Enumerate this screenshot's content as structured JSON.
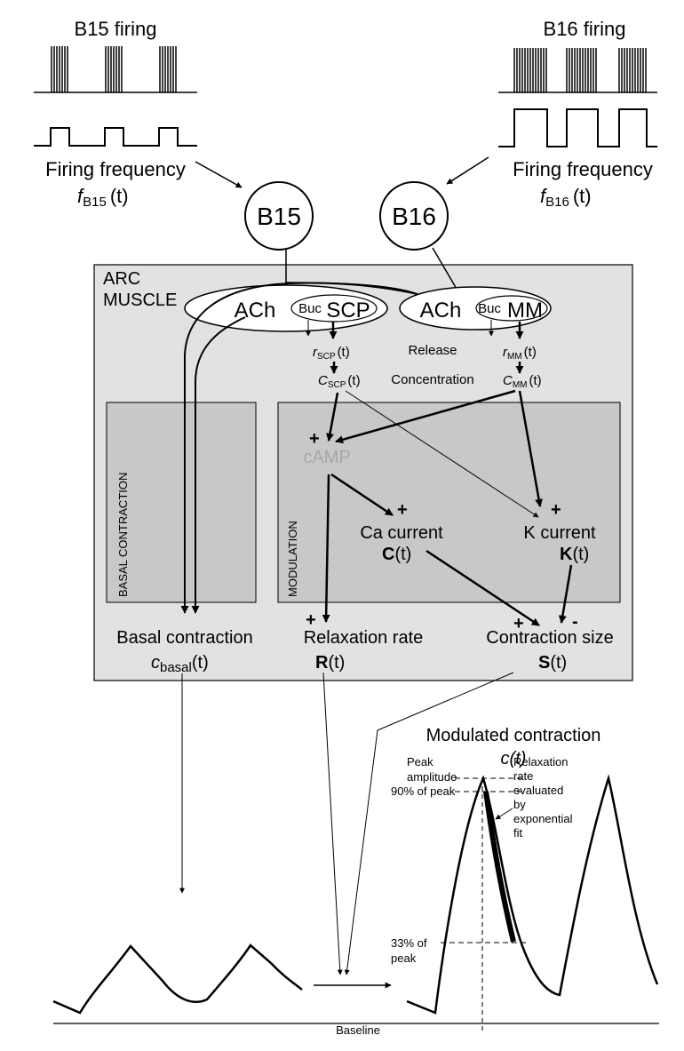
{
  "top": {
    "b15_firing": "B15 firing",
    "b16_firing": "B16 firing",
    "firing_frequency_left": "Firing frequency",
    "firing_frequency_right": "Firing frequency",
    "f_symbol": "f",
    "f_sub_left": "B15",
    "f_sub_right": "B16",
    "t_arg": "(t)"
  },
  "neurons": {
    "b15": "B15",
    "b16": "B16"
  },
  "muscle": {
    "label_line1": "ARC",
    "label_line2": "MUSCLE",
    "ach_left": "ACh",
    "ach_right": "ACh",
    "buc_left": "Buc",
    "buc_right": "Buc",
    "scp": "SCP",
    "mm": "MM",
    "release": "Release",
    "concentration": "Concentration",
    "r_symbol": "r",
    "c_symbol": "C",
    "sub_scp": "SCP",
    "sub_mm": "MM",
    "t_arg": "(t)"
  },
  "panels": {
    "basal_vertical": "BASAL CONTRACTION",
    "modulation_vertical": "MODULATION"
  },
  "modulation": {
    "camp": "cAMP",
    "ca_current": "Ca current",
    "ca_symbol": "C",
    "k_current": "K current",
    "k_symbol": "K",
    "plus": "+",
    "minus": "-",
    "t_arg": "(t)"
  },
  "outputs": {
    "basal_contraction": "Basal contraction",
    "c_basal_symbol": "c",
    "c_basal_sub": "basal",
    "relaxation_rate": "Relaxation rate",
    "r_bold": "R",
    "contraction_size": "Contraction size",
    "s_bold": "S",
    "t_arg": "(t)"
  },
  "bottom": {
    "modulated_contraction": "Modulated contraction",
    "c_of_t": "c(t)",
    "peak_line1": "Peak",
    "peak_line2": "amplitude",
    "ninety": "90% of peak",
    "relax_1": "Relaxation",
    "relax_2": "rate",
    "relax_3": "evaluated",
    "relax_4": "by",
    "relax_5": "exponential",
    "relax_6": "fit",
    "thirty_three_1": "33% of",
    "thirty_three_2": "peak",
    "baseline": "Baseline"
  },
  "colors": {
    "muscle_box": "#e2e2e2",
    "inner_panel": "#c8c8c8",
    "camp_text": "#a8a8a8"
  }
}
